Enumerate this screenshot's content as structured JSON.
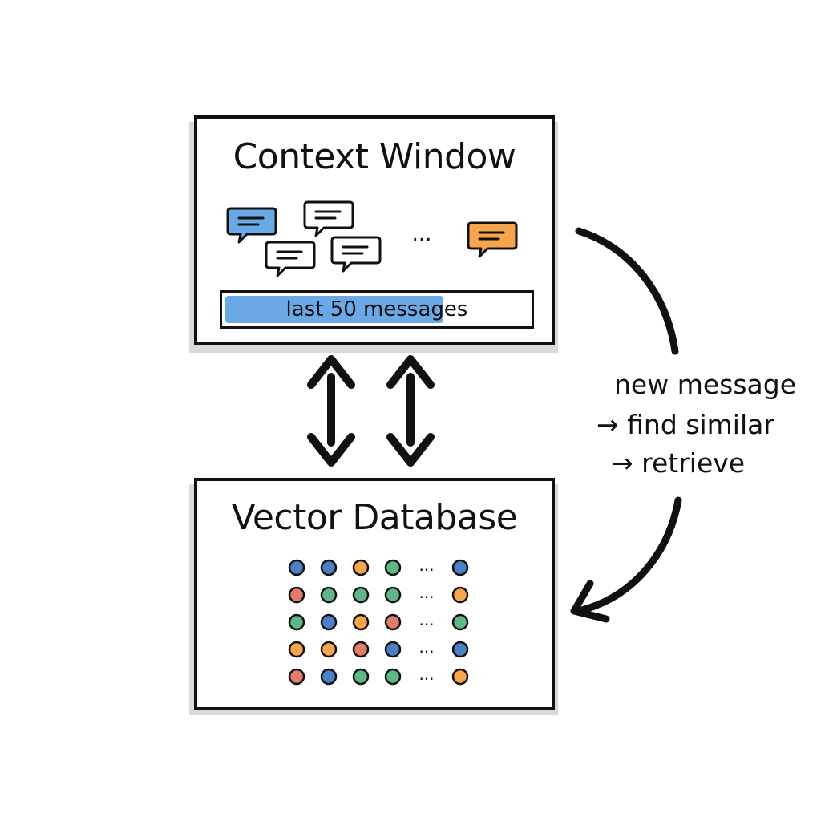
{
  "context_window": {
    "title": "Context Window",
    "ellipsis": "...",
    "bar_label": "last 50 messages",
    "bar_fill_fraction": 0.72,
    "messages": [
      {
        "icon": "chat-bubble-icon",
        "fill": "#6aa8e6"
      },
      {
        "icon": "chat-bubble-icon",
        "fill": "#ffffff"
      },
      {
        "icon": "chat-bubble-icon",
        "fill": "#ffffff"
      },
      {
        "icon": "chat-bubble-icon",
        "fill": "#ffffff"
      },
      {
        "icon": "chat-bubble-icon",
        "fill": "#f5a54a"
      }
    ]
  },
  "vector_database": {
    "title": "Vector Database",
    "ellipsis": "...",
    "colors": {
      "blue": "#4a80c8",
      "orange": "#f5a54a",
      "green": "#5cb887",
      "red": "#e07d6a"
    },
    "rows": [
      [
        "blue",
        "blue",
        "orange",
        "green",
        "blue"
      ],
      [
        "red",
        "green",
        "green",
        "green",
        "orange"
      ],
      [
        "green",
        "blue",
        "orange",
        "red",
        "green"
      ],
      [
        "orange",
        "orange",
        "red",
        "blue",
        "blue"
      ],
      [
        "red",
        "blue",
        "green",
        "green",
        "orange"
      ]
    ]
  },
  "flow_label": {
    "line1": "new message",
    "line2": "→ find similar",
    "line3": "→ retrieve"
  }
}
